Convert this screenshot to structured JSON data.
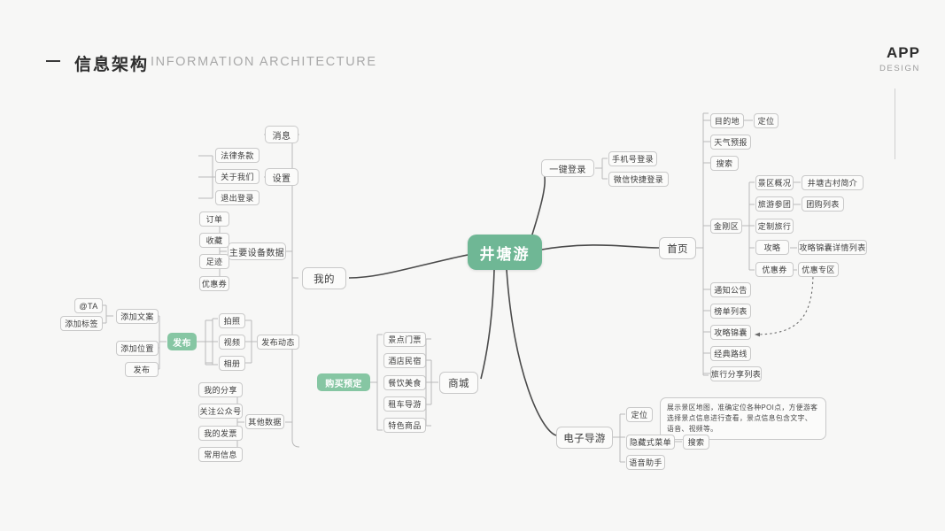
{
  "header": {
    "index": "一",
    "title_cn": "信息架构",
    "title_en": "INFORMATION ARCHITECTURE",
    "brand": "APP",
    "brand_sub": "DESIGN"
  },
  "theme": {
    "background": "#f7f7f6",
    "center_green": "#6fb795",
    "node_green": "#86c6a3",
    "node_border": "#c9c9c9",
    "node_fill": "#fbfbfa",
    "link": "#b9b9b9",
    "main_link": "#4a4a4a",
    "text": "#3d3d3d"
  },
  "mindmap": {
    "root": "井塘游",
    "branches": {
      "mine": {
        "label": "我的",
        "children": [
          {
            "label": "消息"
          },
          {
            "label": "设置",
            "children": [
              "法律条款",
              "关于我们",
              "退出登录"
            ]
          },
          {
            "label": "主要设备数据",
            "children": [
              "订单",
              "收藏",
              "足迹",
              "优惠券"
            ]
          },
          {
            "label": "发布",
            "accent": true,
            "left": [
              {
                "label": "添加文案",
                "children": [
                  "@TA",
                  "添加标签"
                ]
              },
              {
                "label": "添加位置"
              },
              {
                "label": "发布"
              }
            ],
            "right": [
              {
                "label": "发布动态",
                "children": [
                  "拍照",
                  "视频",
                  "相册"
                ]
              }
            ]
          },
          {
            "label": "其他数据",
            "children": [
              "我的分享",
              "关注公众号",
              "我的发票",
              "常用信息"
            ]
          }
        ]
      },
      "home": {
        "label": "首页",
        "children": [
          {
            "label": "目的地",
            "children": [
              "定位"
            ]
          },
          {
            "label": "天气预报"
          },
          {
            "label": "搜索"
          },
          {
            "label": "金刚区",
            "children": [
              {
                "label": "景区概况",
                "children": [
                  "井塘古村简介"
                ]
              },
              {
                "label": "旅游参团",
                "children": [
                  "团购列表"
                ]
              },
              {
                "label": "定制旅行"
              },
              {
                "label": "攻略",
                "children": [
                  "攻略锦囊详情列表"
                ]
              },
              {
                "label": "优惠券",
                "children": [
                  "优惠专区"
                ]
              }
            ]
          },
          {
            "label": "通知公告"
          },
          {
            "label": "榜单列表"
          },
          {
            "label": "攻略锦囊"
          },
          {
            "label": "经典路线"
          },
          {
            "label": "旅行分享列表"
          }
        ]
      },
      "login": {
        "label": "一键登录",
        "children": [
          "手机号登录",
          "微信快捷登录"
        ]
      },
      "mall": {
        "label": "商城",
        "items": [
          "景点门票",
          "酒店民宿",
          "餐饮美食",
          "租车导游",
          "特色商品"
        ],
        "group": "购买预定"
      },
      "guide": {
        "label": "电子导游",
        "children": [
          {
            "label": "定位",
            "note": "展示景区地图，准确定位各种POI点，方便游客选择景点信息进行查看，景点信息包含文字、语音、视频等。"
          },
          {
            "label": "隐藏式菜单",
            "children": [
              "搜索"
            ]
          },
          {
            "label": "语音助手"
          }
        ]
      }
    }
  }
}
